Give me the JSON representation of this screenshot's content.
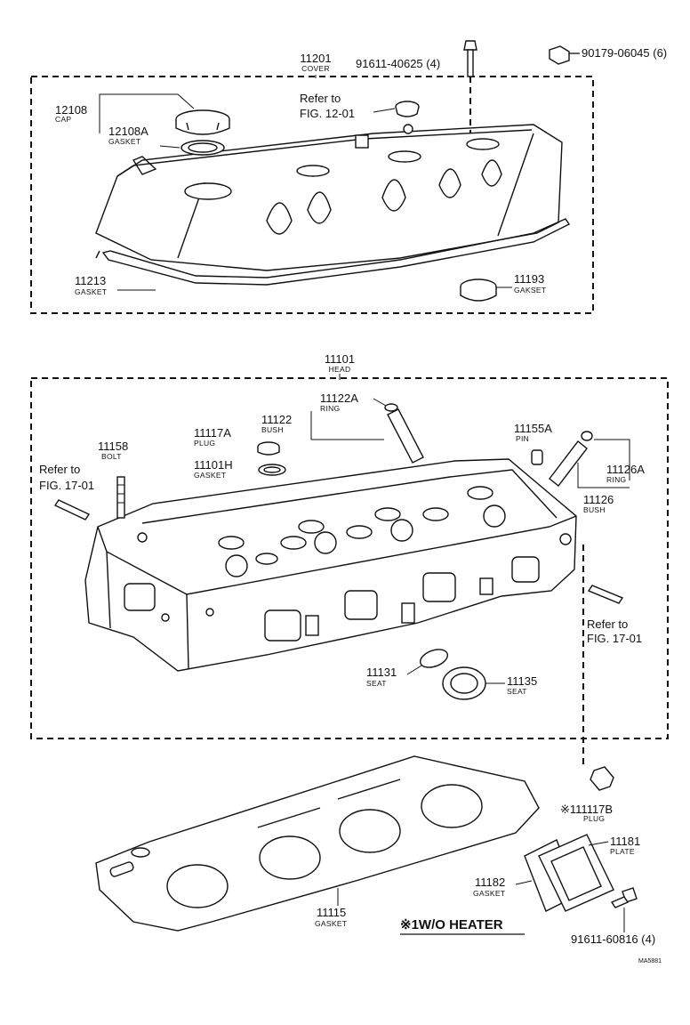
{
  "cover_group": {
    "cover": {
      "number": "11201",
      "name": "COVER"
    },
    "bolt": {
      "number": "91611-40625 (4)"
    },
    "nut": {
      "number": "90179-06045 (6)"
    },
    "cap": {
      "number": "12108",
      "name": "CAP"
    },
    "cap_gasket": {
      "number": "12108A",
      "name": "GASKET"
    },
    "refer": {
      "line1": "Refer to",
      "line2": "FIG. 12-01"
    },
    "cover_gasket": {
      "number": "11213",
      "name": "GASKET"
    },
    "grommet": {
      "number": "11193",
      "name": "GAKSET"
    }
  },
  "head_group": {
    "head": {
      "number": "11101",
      "name": "HEAD"
    },
    "ring": {
      "number": "11122A",
      "name": "RING"
    },
    "plug": {
      "number": "11117A",
      "name": "PLUG"
    },
    "bush": {
      "number": "11122",
      "name": "BUSH"
    },
    "gasket": {
      "number": "11101H",
      "name": "GASKET"
    },
    "bolt": {
      "number": "11158",
      "name": "BOLT"
    },
    "refer_left": {
      "line1": "Refer to",
      "line2": "FIG. 17-01"
    },
    "pin": {
      "number": "11155A",
      "name": "PIN"
    },
    "ring2": {
      "number": "11126A",
      "name": "RING"
    },
    "bush2": {
      "number": "11126",
      "name": "BUSH"
    },
    "refer_right": {
      "line1": "Refer to",
      "line2": "FIG. 17-01"
    },
    "seat1": {
      "number": "11131",
      "name": "SEAT"
    },
    "seat2": {
      "number": "11135",
      "name": "SEAT"
    }
  },
  "lower_group": {
    "plug": {
      "number": "※111117B",
      "name": "PLUG"
    },
    "plate": {
      "number": "11181",
      "name": "PLATE"
    },
    "plate_gasket": {
      "number": "11182",
      "name": "GASKET"
    },
    "head_gasket": {
      "number": "11115",
      "name": "GASKET"
    },
    "bolt": {
      "number": "91611-60816 (4)"
    },
    "footnote": "※1W/O HEATER",
    "code": "MA5881"
  }
}
